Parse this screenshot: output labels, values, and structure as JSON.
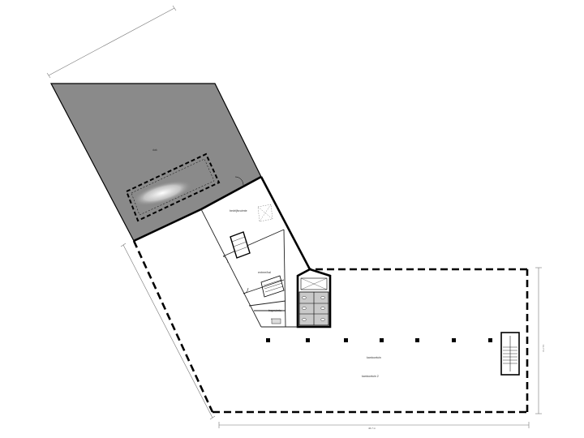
{
  "plan": {
    "rooms": {
      "roof": "dak",
      "upper_hall": "bedrijfsruimte",
      "middle_hall": "entree/hal",
      "stair_room": "trapruimte",
      "open_area": "kantoortuin",
      "open_area_2": "kantoortuin 2"
    },
    "dimensions": {
      "top_edge": "",
      "left_edge": "",
      "bottom_edge": "46.7 m",
      "right_edge": "11.7 m"
    },
    "colors": {
      "roof_fill": "#8a8a8a",
      "wall": "#000000",
      "thin_line": "#222222",
      "sanitary_fill": "#c9c9c9",
      "dimension_line": "#777777"
    }
  }
}
